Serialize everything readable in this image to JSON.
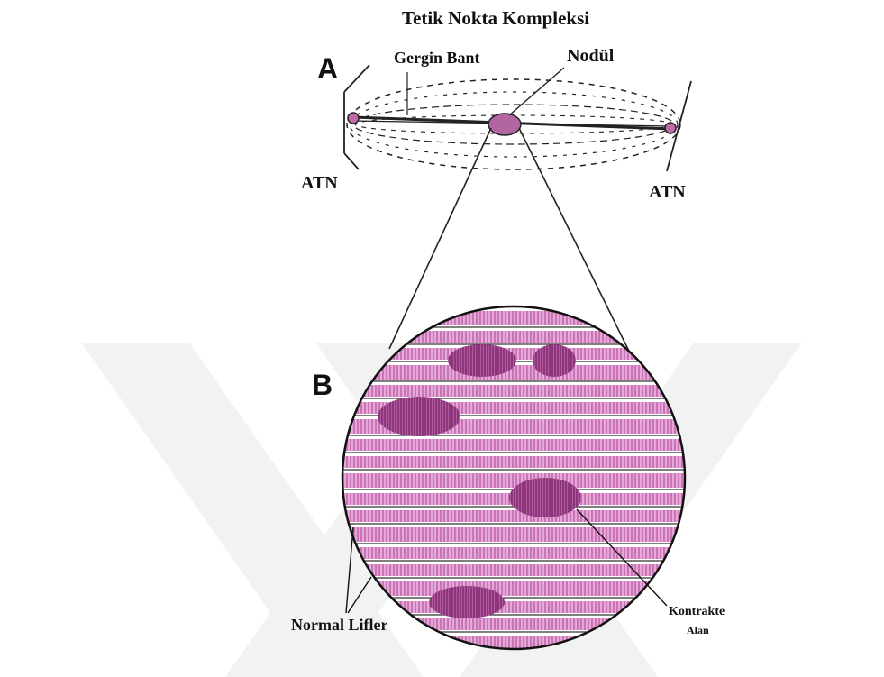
{
  "figure": {
    "title": "Tetik Nokta Kompleksi",
    "panel_a": {
      "letter": "A",
      "taut_band_label": "Gergin Bant",
      "nodule_label": "Nodül",
      "left_attachment_label": "ATN",
      "right_attachment_label": "ATN"
    },
    "panel_b": {
      "letter": "B",
      "normal_fibers_label": "Normal Lifler",
      "contracted_area_label_line1": "Kontrakte",
      "contracted_area_label_line2": "Alan"
    },
    "colors": {
      "fiber_pink": "#d98cc8",
      "fiber_dark": "#8a2a7a",
      "knot_color": "#9a3b88",
      "line_color": "#222222",
      "watermark": "#f1f1f1"
    }
  }
}
